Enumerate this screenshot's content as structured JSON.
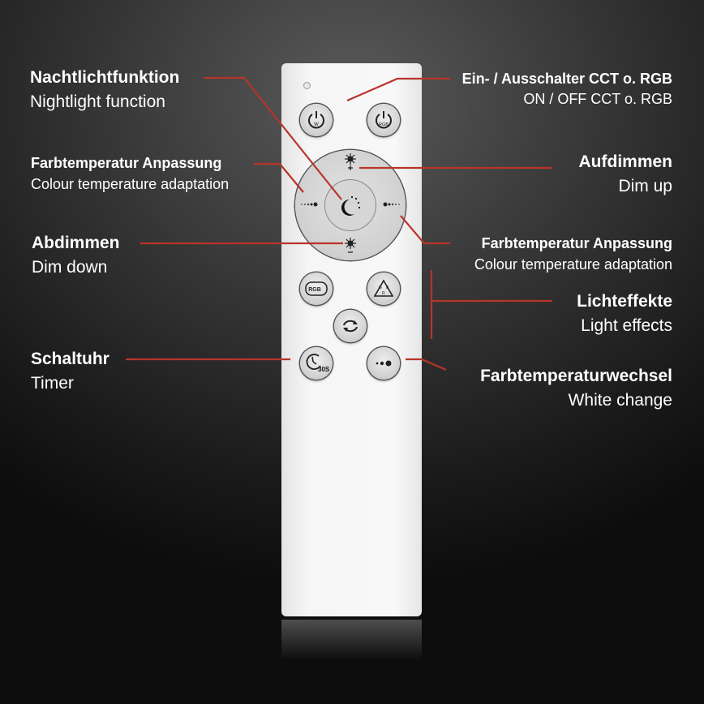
{
  "accent_color": "#b8342a",
  "labels": {
    "nightlight": {
      "de": "Nachtlichtfunktion",
      "en": "Nightlight function"
    },
    "onoff": {
      "de": "Ein- / Ausschalter CCT o. RGB",
      "en": "ON / OFF CCT o. RGB"
    },
    "colortemp_left": {
      "de": "Farbtemperatur Anpassung",
      "en": "Colour temperature adaptation"
    },
    "dim_up": {
      "de": "Aufdimmen",
      "en": "Dim up"
    },
    "dim_down": {
      "de": "Abdimmen",
      "en": "Dim down"
    },
    "colortemp_right": {
      "de": "Farbtemperatur Anpassung",
      "en": "Colour temperature adaptation"
    },
    "light_effects": {
      "de": "Lichteffekte",
      "en": "Light effects"
    },
    "timer": {
      "de": "Schaltuhr",
      "en": "Timer"
    },
    "white_change": {
      "de": "Farbtemperaturwechsel",
      "en": "White change"
    }
  },
  "remote": {
    "power_w": "W",
    "power_rgb": "RGB",
    "rgb_cycle": "RGB",
    "rgb_triangle": [
      "G",
      "B",
      "R"
    ],
    "timer_text": "30S"
  }
}
